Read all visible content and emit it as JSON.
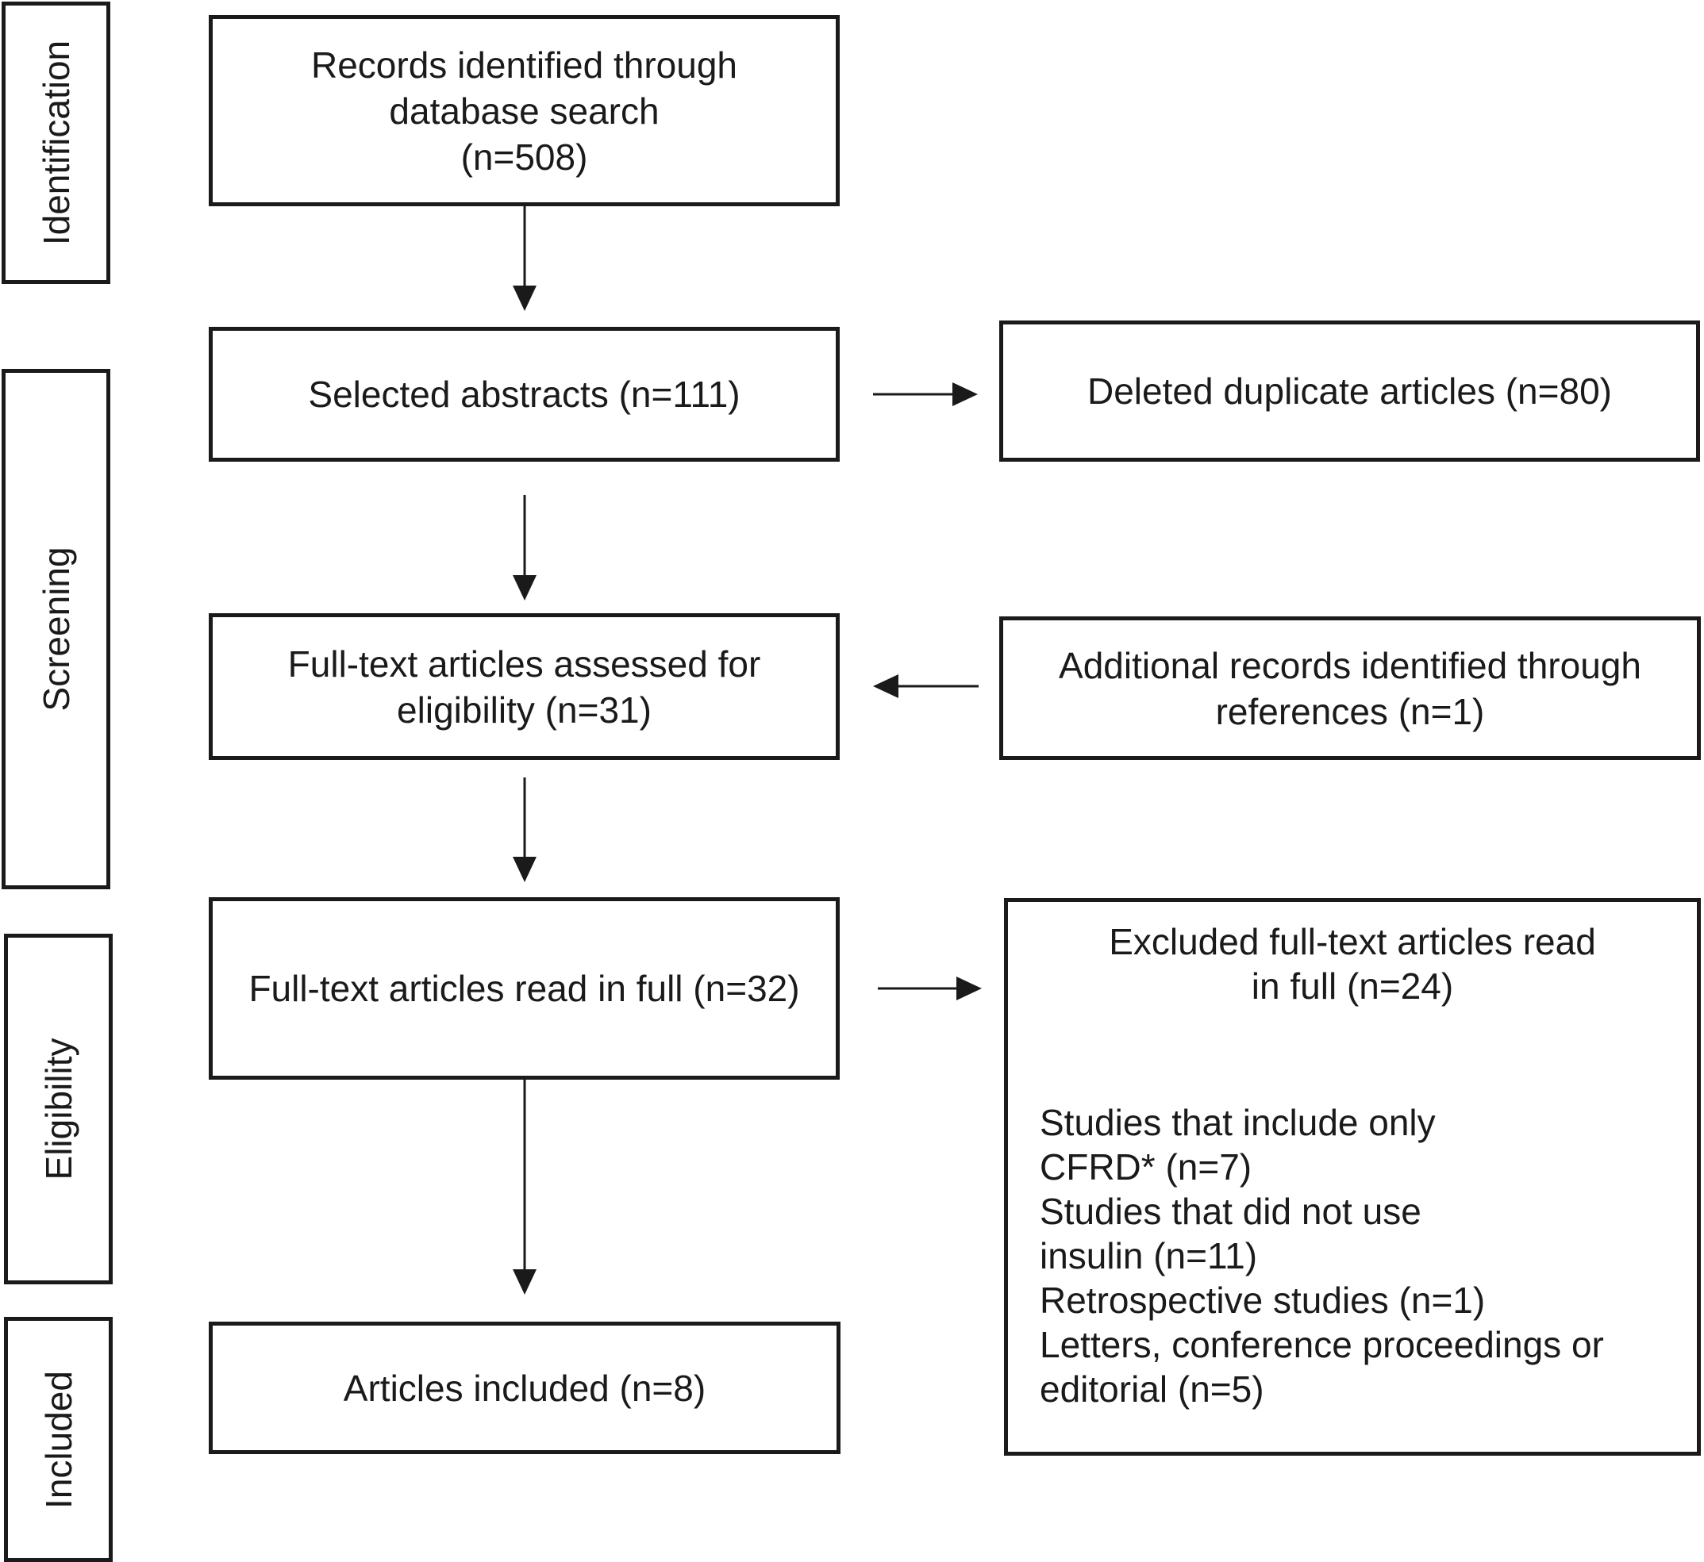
{
  "phases": {
    "identification": "Identification",
    "screening": "Screening",
    "eligibility": "Eligibility",
    "included": "Included"
  },
  "boxes": {
    "records_identified": {
      "line1": "Records identified through",
      "line2": "database search",
      "line3": "(n=508)"
    },
    "selected_abstracts": "Selected abstracts (n=111)",
    "deleted_duplicates": "Deleted duplicate articles (n=80)",
    "full_text_assessed": {
      "line1": "Full-text articles assessed for",
      "line2": "eligibility (n=31)"
    },
    "additional_records": {
      "line1": "Additional records identified through",
      "line2": "references (n=1)"
    },
    "read_in_full": "Full-text articles read in full (n=32)",
    "articles_included": "Articles included (n=8)",
    "excluded": {
      "heading_line1": "Excluded full-text articles read",
      "heading_line2": "in full (n=24)",
      "reasons": [
        "Studies that include only",
        "CFRD* (n=7)",
        "Studies that did not use",
        "insulin (n=11)",
        "Retrospective studies (n=1)",
        "Letters, conference proceedings or",
        "editorial (n=5)"
      ]
    }
  }
}
